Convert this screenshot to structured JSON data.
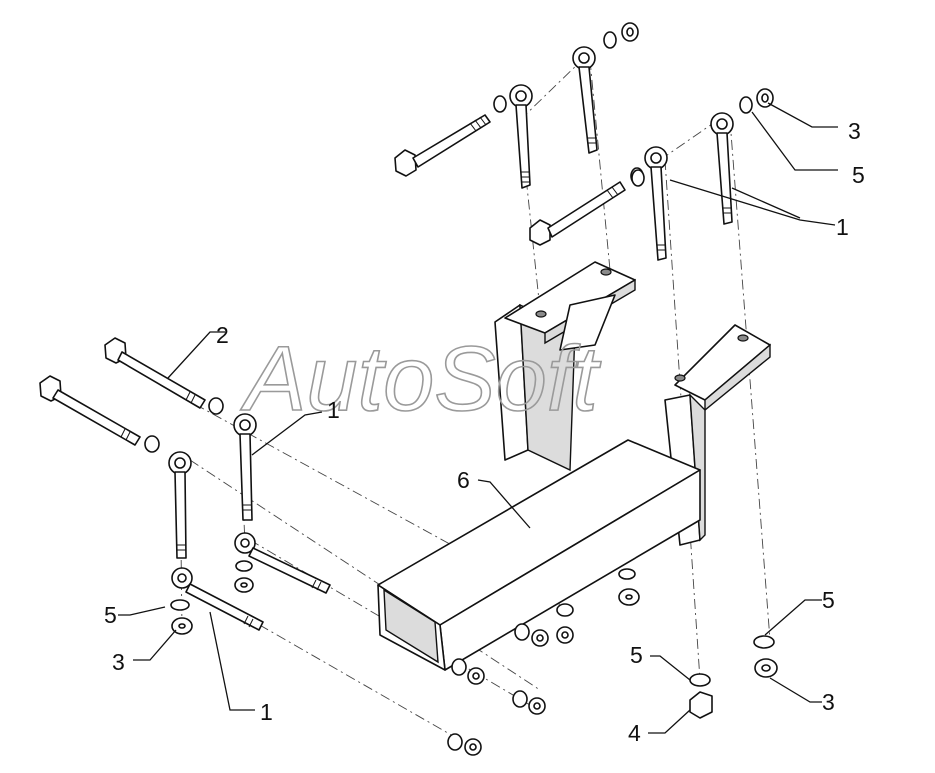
{
  "watermark": "AutoSoft",
  "callouts": {
    "c1": "1",
    "c2": "2",
    "c3": "3",
    "c4": "4",
    "c5": "5",
    "c6": "6"
  }
}
